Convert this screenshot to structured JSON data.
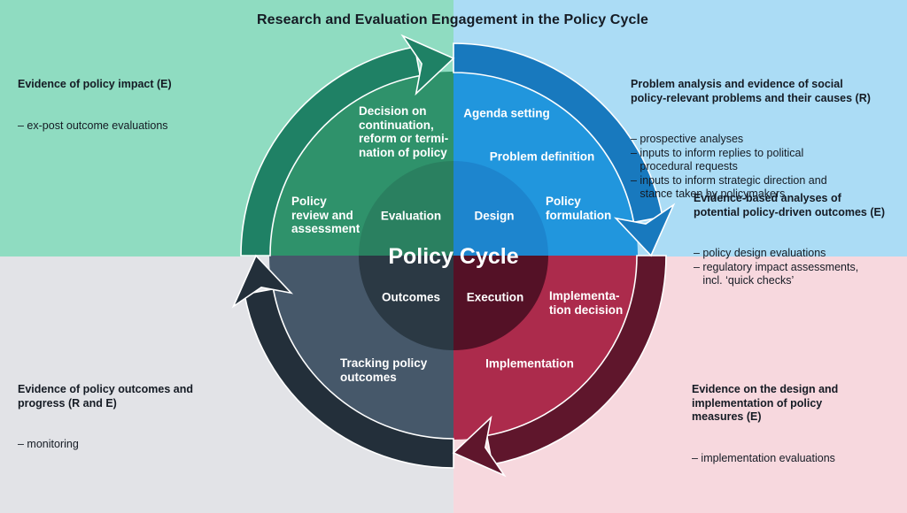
{
  "title": "Research and Evaluation Engagement in the Policy Cycle",
  "corners": {
    "top_left": {
      "heading": "Evidence of policy impact (E)",
      "body": "– ex-post outcome evaluations"
    },
    "top_right_1": {
      "heading": "Problem analysis and evidence of social\npolicy-relevant problems and their causes (R)",
      "body": "– prospective analyses\n– inputs to inform replies to political\n   procedural requests\n– inputs to inform strategic direction and\n   stance taken by policymakers"
    },
    "top_right_2": {
      "heading": "Evidence-based analyses of\npotential policy-driven outcomes (E)",
      "body": "– policy design evaluations\n– regulatory impact assessments,\n   incl. ‘quick checks’"
    },
    "bottom_left": {
      "heading": "Evidence of policy outcomes and\nprogress (R and E)",
      "body": "– monitoring"
    },
    "bottom_right": {
      "heading": "Evidence on the design and\nimplementation of policy\nmeasures (E)",
      "body": "– implementation evaluations"
    }
  },
  "cycle": {
    "center_label": "Policy Cycle",
    "inner": {
      "evaluation": "Evaluation",
      "design": "Design",
      "execution": "Execution",
      "outcomes": "Outcomes"
    },
    "ring": {
      "decision": "Decision on\ncontinuation,\nreform or termi-\nnation of policy",
      "policy_review": "Policy\nreview and\nassessment",
      "agenda_setting": "Agenda setting",
      "problem_definition": "Problem definition",
      "policy_formulation": "Policy\nformulation",
      "implementation_decision": "Implementa-\ntion decision",
      "implementation": "Implementation",
      "tracking": "Tracking policy\noutcomes"
    }
  },
  "colors": {
    "bg_top_left": "#8FDCC1",
    "bg_top_right": "#ABDCF5",
    "bg_bottom_left": "#E2E3E7",
    "bg_bottom_right": "#F7D8DE",
    "band_green": "#1F8165",
    "band_blue": "#1879BE",
    "band_maroon": "#5F162C",
    "band_slate": "#232F3A",
    "pie_green": "#2F926B",
    "pie_blue": "#2196DD",
    "pie_crimson": "#AC2B4C",
    "pie_slate": "#46586A",
    "inner_green": "#2A8060",
    "inner_blue": "#1D85CE",
    "inner_maroon": "#541126",
    "inner_slate": "#2B3944",
    "outline": "#FFFFFF",
    "text_dark": "#151B24",
    "text_light": "#FFFFFF"
  }
}
